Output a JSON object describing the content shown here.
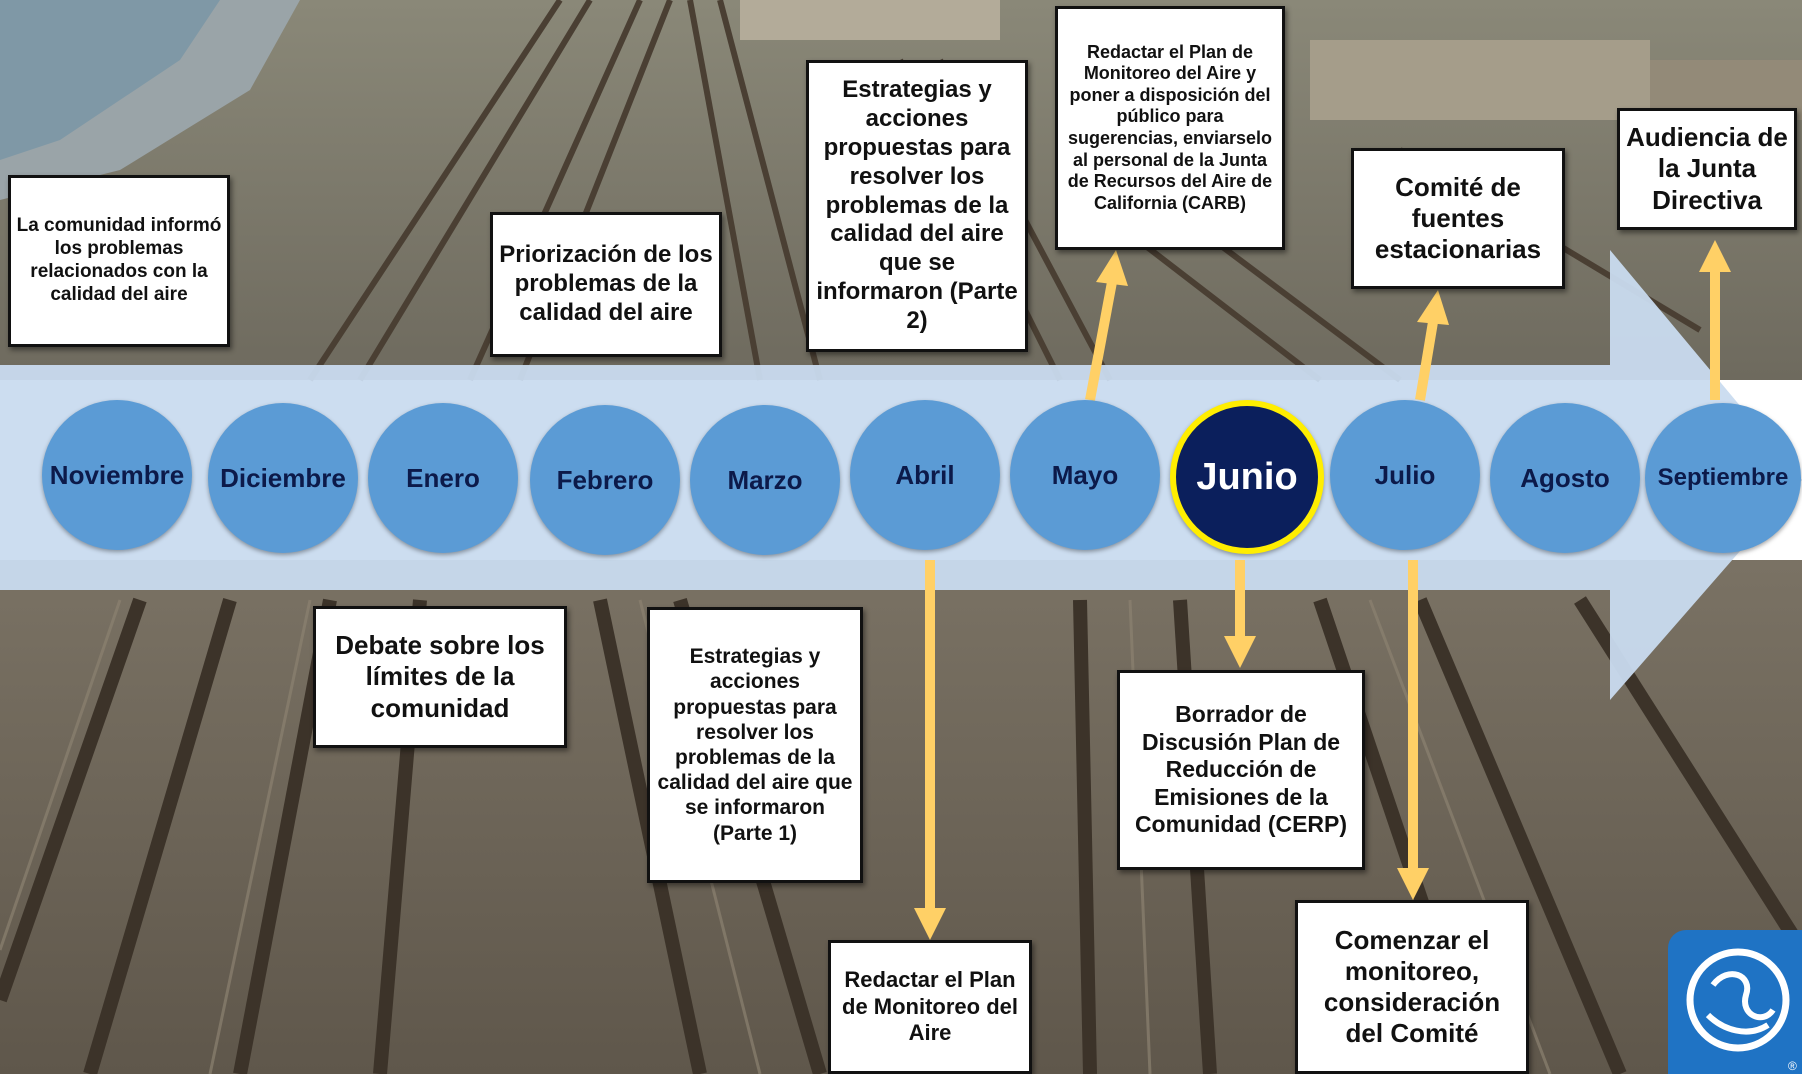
{
  "timeline": {
    "months": [
      "Noviembre",
      "Diciembre",
      "Enero",
      "Febrero",
      "Marzo",
      "Abril",
      "Mayo",
      "Junio",
      "Julio",
      "Agosto",
      "Septiembre"
    ],
    "current_month": "Junio",
    "arrow_color": "#c9dbef",
    "month_color": "#5b9bd5",
    "current_color": "#0b1f5c",
    "highlight_ring_color": "#ffee00",
    "connector_color": "#ffd066"
  },
  "milestones_top": {
    "noviembre": "La comunidad informó los problemas relacionados con la calidad del aire",
    "febrero": "Priorización de los problemas de la calidad del aire",
    "marzo_abril": "Estrategias y acciones propuestas para resolver los problemas de la calidad del aire que se informaron (Parte 2)",
    "mayo": "Redactar el Plan de Monitoreo del Aire y poner a disposición del público para sugerencias, enviarselo al personal de la Junta de Recursos del Aire de California (CARB)",
    "julio": "Comité de fuentes estacionarias",
    "septiembre": "Audiencia de la Junta Directiva"
  },
  "milestones_bottom": {
    "diciembre_enero": "Debate sobre los límites de la comunidad",
    "marzo": "Estrategias y acciones propuestas para resolver los problemas de la calidad del aire que se informaron (Parte 1)",
    "abril": "Redactar el Plan de Monitoreo del Aire",
    "junio": "Borrador de Discusión Plan de Reducción de Emisiones de la Comunidad (CERP)",
    "julio": "Comenzar el monitoreo, consideración del Comité"
  },
  "logo": {
    "icon": "air-district-logo-icon",
    "mark": "®"
  }
}
